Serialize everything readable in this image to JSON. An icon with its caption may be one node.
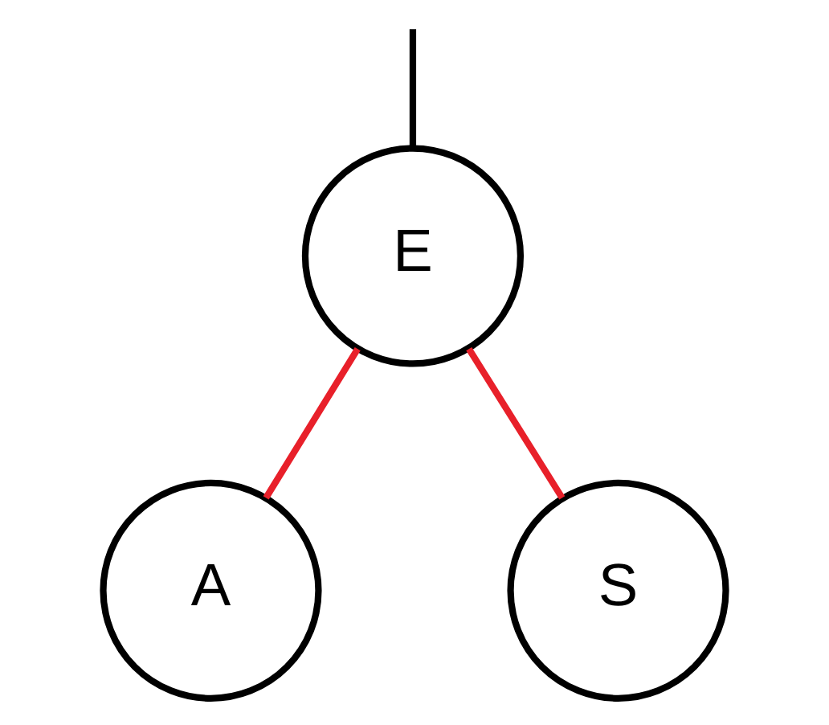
{
  "diagram": {
    "nodes": [
      {
        "text": [
          "E"
        ]
      },
      {
        "text": [
          "A"
        ]
      },
      {
        "text": [
          "S"
        ]
      }
    ],
    "edges": [
      {
        "from": null,
        "to": 0,
        "arrow": "none",
        "color": "#000000"
      },
      {
        "from": 0,
        "to": 1,
        "arrow": "none"
      },
      {
        "from": 0,
        "to": 2,
        "arrow": "none"
      }
    ]
  }
}
